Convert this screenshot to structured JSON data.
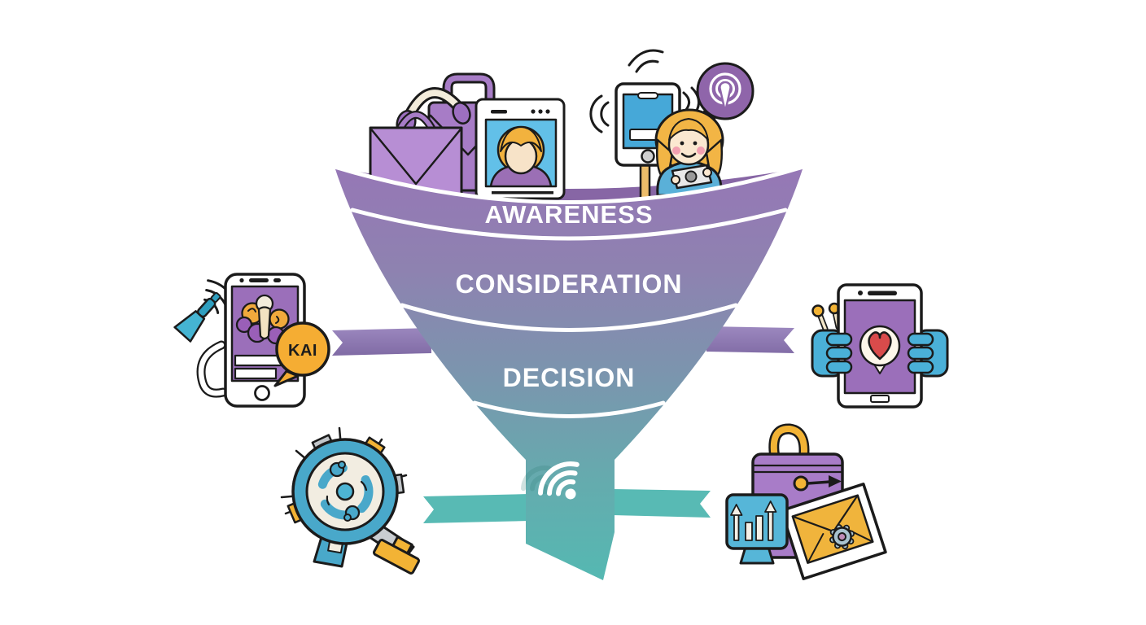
{
  "diagram": {
    "type": "marketing-funnel",
    "stages": [
      {
        "label": "AWARENESS"
      },
      {
        "label": "CONSIDERATION"
      },
      {
        "label": "DECISION"
      }
    ],
    "speech_bubble_text": "KAI",
    "colors": {
      "funnel_top": "#9677b6",
      "funnel_mid": "#7b95ae",
      "funnel_bottom": "#54b9b2",
      "funnel_rim": "#8766a5",
      "ribbon_purple": "#8d79ae",
      "ribbon_teal": "#58bab4",
      "accent_yellow": "#f2b335",
      "accent_blue": "#49a8ca",
      "accent_red": "#d94b4b",
      "podcast_purple": "#8f65aa",
      "label_text": "#ffffff"
    },
    "icons": [
      "shopping-bag-envelope-icon",
      "headphones-icon",
      "briefcase-icon",
      "profile-tablet-icon",
      "signboard-phone-icon",
      "podcast-bubble-icon",
      "girl-with-tablet-icon",
      "voice-assistant-phone-icon",
      "megaphone-icon",
      "kai-speech-bubble-icon",
      "hands-holding-tablet-heart-icon",
      "gear-magnifier-icon",
      "shopping-bag-analytics-icon",
      "bar-chart-monitor-icon",
      "photo-mail-gear-icon",
      "wifi-icon"
    ]
  }
}
